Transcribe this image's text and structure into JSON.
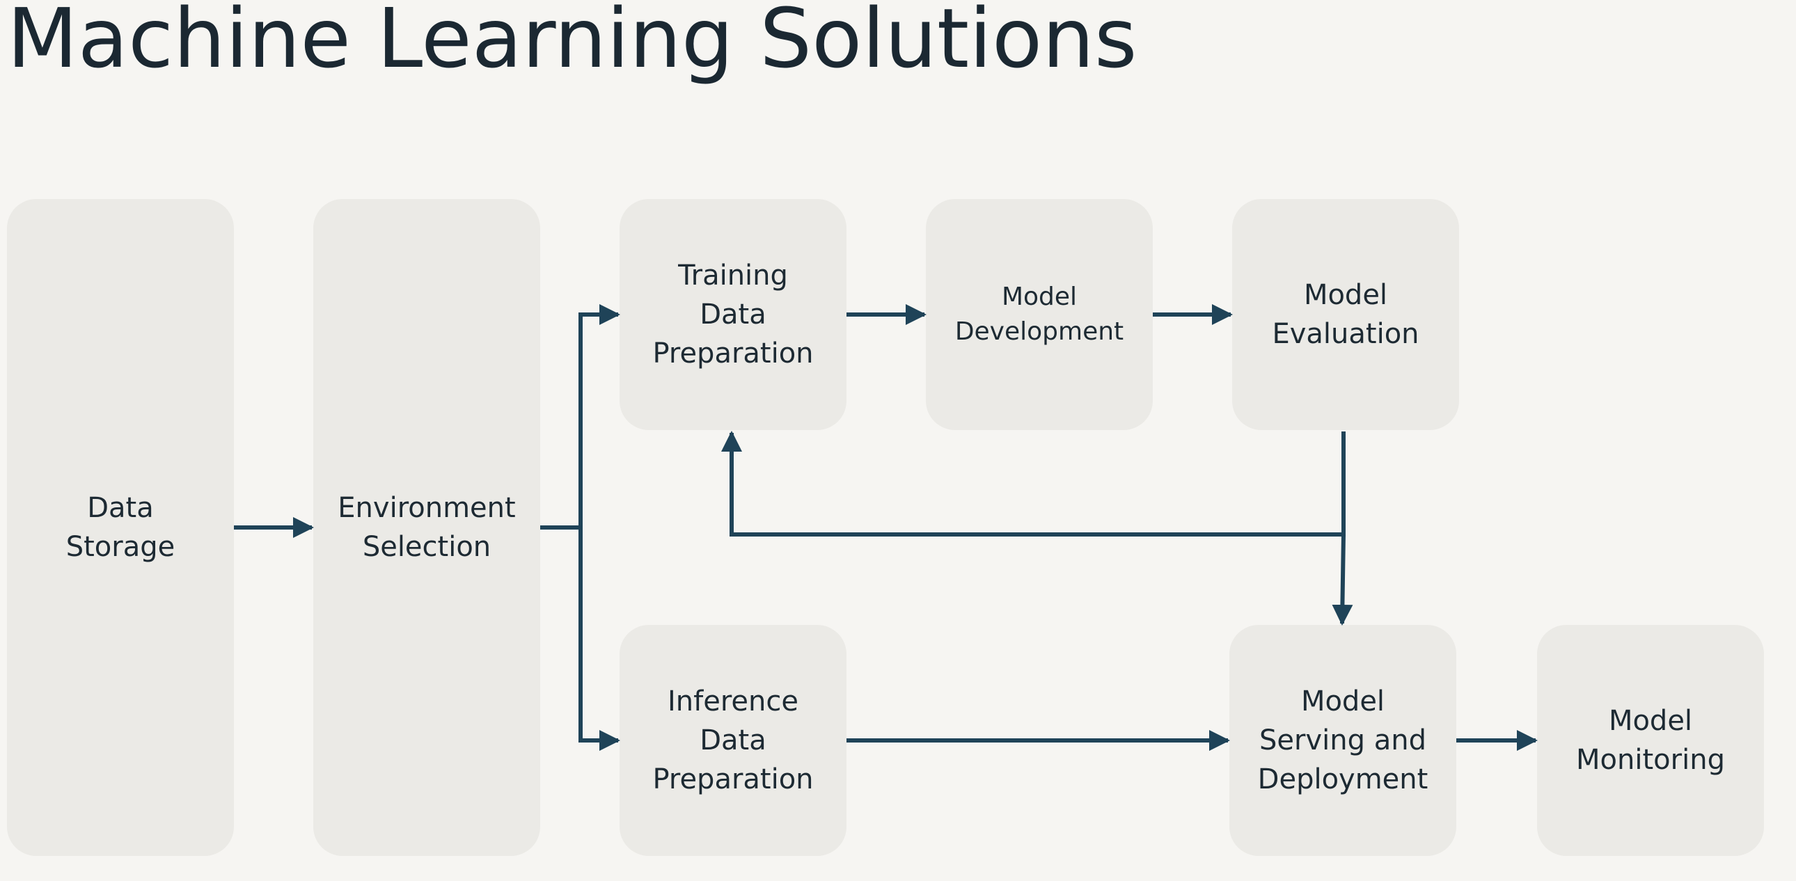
{
  "title": "Machine Learning Solutions",
  "colors": {
    "background": "#f6f5f2",
    "box": "#ebeae6",
    "arrow": "#1f4358",
    "text": "#1d2a33"
  },
  "nodes": {
    "data_storage": "Data\nStorage",
    "environment_selection": "Environment\nSelection",
    "training_data_preparation": "Training\nData\nPreparation",
    "model_development": "Model\nDevelopment",
    "model_evaluation": "Model\nEvaluation",
    "inference_data_preparation": "Inference\nData\nPreparation",
    "model_serving_deployment": "Model\nServing and\nDeployment",
    "model_monitoring": "Model\nMonitoring"
  },
  "edges": [
    {
      "from": "Data Storage",
      "to": "Environment Selection"
    },
    {
      "from": "Environment Selection",
      "to": "Training Data Preparation"
    },
    {
      "from": "Environment Selection",
      "to": "Inference Data Preparation"
    },
    {
      "from": "Training Data Preparation",
      "to": "Model Development"
    },
    {
      "from": "Model Development",
      "to": "Model Evaluation"
    },
    {
      "from": "Model Evaluation",
      "to": "Training Data Preparation"
    },
    {
      "from": "Model Evaluation",
      "to": "Model Serving and Deployment"
    },
    {
      "from": "Inference Data Preparation",
      "to": "Model Serving and Deployment"
    },
    {
      "from": "Model Serving and Deployment",
      "to": "Model Monitoring"
    }
  ]
}
